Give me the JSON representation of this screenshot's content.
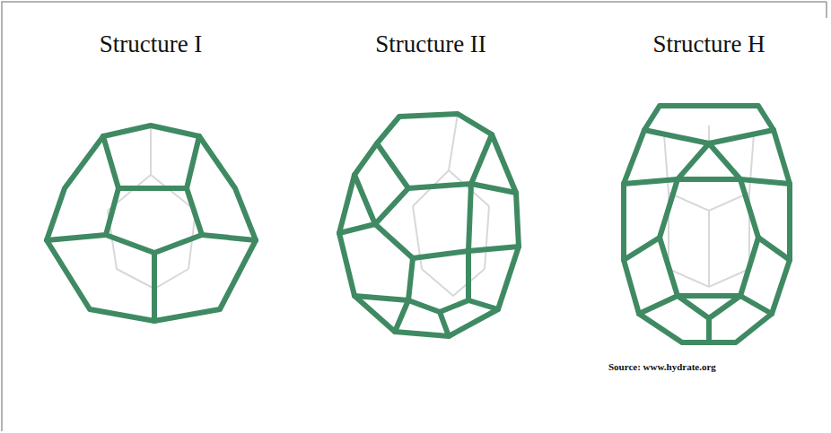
{
  "diagram": {
    "labels": [
      "Structure I",
      "Structure II",
      "Structure H",
      "Source: www.hydrate.org"
    ]
  }
}
